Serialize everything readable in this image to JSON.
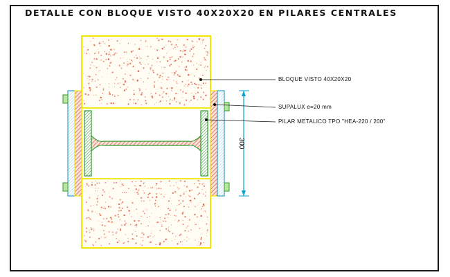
{
  "title": "DETALLE CON BLOQUE VISTO 40X20X20 EN PILARES CENTRALES",
  "labels": {
    "block": "BLOQUE VISTO 40X20X20",
    "supalux": "SUPALUX e=20 mm",
    "column": "PILAR METALICO TPO \"HEA-220 / 200\""
  },
  "dimension": "300",
  "colors": {
    "frame": "#1a1a1a",
    "block_outline": "#f2e600",
    "block_speckle": "#e0604a",
    "steel_green": "#2e9a2e",
    "supalux_fill": "#d9624a",
    "dimension_line": "#00a6d6"
  }
}
